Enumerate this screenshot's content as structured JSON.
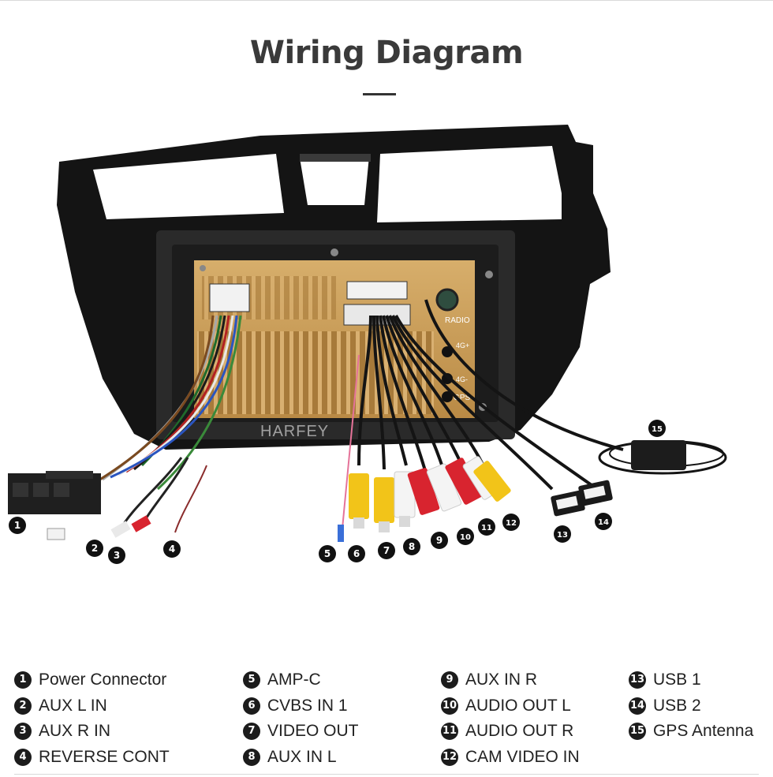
{
  "title": "Wiring Diagram",
  "watermark": "HARFEY",
  "unit_labels": {
    "radio": "RADIO",
    "4g_plus": "4G+",
    "4g_minus": "4G-",
    "gps": "GPS"
  },
  "callouts": [
    "1",
    "2",
    "3",
    "4",
    "5",
    "6",
    "7",
    "8",
    "9",
    "10",
    "11",
    "12",
    "13",
    "14",
    "15"
  ],
  "legend": [
    {
      "num": "1",
      "label": "Power Connector"
    },
    {
      "num": "2",
      "label": "AUX L IN"
    },
    {
      "num": "3",
      "label": "AUX R IN"
    },
    {
      "num": "4",
      "label": "REVERSE CONT"
    },
    {
      "num": "5",
      "label": "AMP-C"
    },
    {
      "num": "6",
      "label": "CVBS IN 1"
    },
    {
      "num": "7",
      "label": "VIDEO OUT"
    },
    {
      "num": "8",
      "label": "AUX IN L"
    },
    {
      "num": "9",
      "label": "AUX IN R"
    },
    {
      "num": "10",
      "label": "AUDIO OUT L"
    },
    {
      "num": "11",
      "label": "AUDIO OUT R"
    },
    {
      "num": "12",
      "label": "CAM VIDEO IN"
    },
    {
      "num": "13",
      "label": "USB 1"
    },
    {
      "num": "14",
      "label": "USB 2"
    },
    {
      "num": "15",
      "label": "GPS Antenna"
    }
  ],
  "colors": {
    "frame": "#141414",
    "chassis": "#c89a52",
    "rca_yellow": "#f2c419",
    "rca_red": "#d8242f",
    "rca_white": "#f4f4f4"
  }
}
